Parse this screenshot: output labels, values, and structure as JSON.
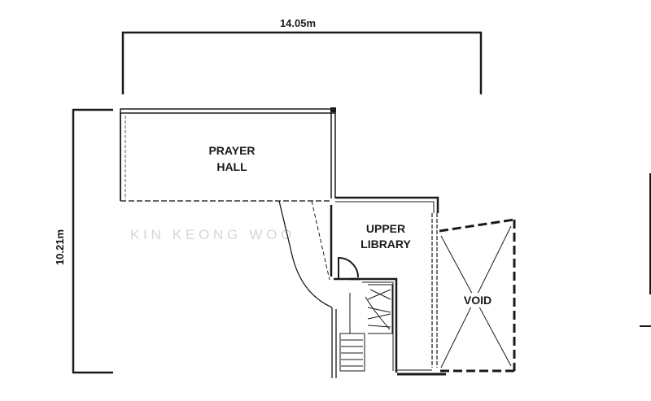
{
  "dimensions": {
    "width_label": "14.05m",
    "height_label": "10.21m"
  },
  "rooms": {
    "prayer_hall": [
      "PRAYER",
      "HALL"
    ],
    "upper_library": [
      "UPPER",
      "LIBRARY"
    ],
    "void": "VOID"
  },
  "watermark": "K I N   K E O N G   W O O",
  "colors": {
    "ink": "#1a1a1a",
    "watermark": "#d6d6d6"
  }
}
